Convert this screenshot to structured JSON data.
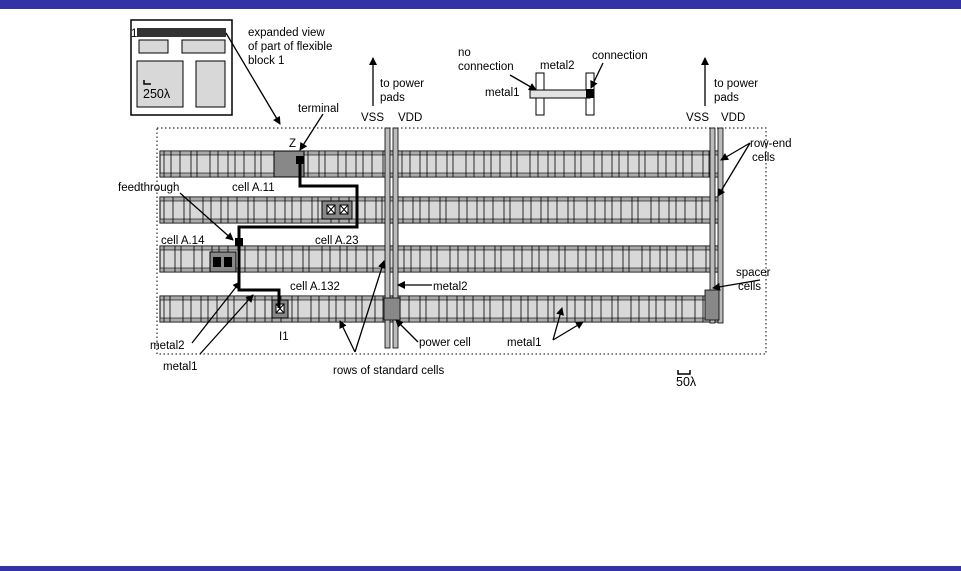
{
  "labels": {
    "inset_num": "1",
    "inset_scale": "250λ",
    "expanded_view": [
      "expanded view",
      "of part of flexible",
      "block 1"
    ],
    "to_power_pads_1": [
      "to power",
      "pads"
    ],
    "to_power_pads_2": [
      "to power",
      "pads"
    ],
    "vss_1": "VSS",
    "vdd_1": "VDD",
    "vss_2": "VSS",
    "vdd_2": "VDD",
    "no_connection": [
      "no",
      "connection"
    ],
    "metal2_legend": "metal2",
    "connection": "connection",
    "metal1_legend": "metal1",
    "terminal": "terminal",
    "z": "Z",
    "row_end_cells": [
      "row-end",
      "cells"
    ],
    "feedthrough": "feedthrough",
    "cell_a11": "cell A.11",
    "cell_a14": "cell A.14",
    "cell_a23": "cell A.23",
    "cell_a132": "cell A.132",
    "metal2_mid": "metal2",
    "spacer_cells": [
      "spacer",
      "cells"
    ],
    "metal2_left": "metal2",
    "metal1_left": "metal1",
    "i1": "I1",
    "power_cell": "power cell",
    "rows_std_cells": "rows of standard cells",
    "metal1_right": "metal1",
    "scale_50": "50λ"
  },
  "colors": {
    "frame_bar": "#3333a8",
    "cell_fill": "#d8d8d8",
    "cell_dark": "#8a8a8a",
    "wire": "#000000"
  }
}
